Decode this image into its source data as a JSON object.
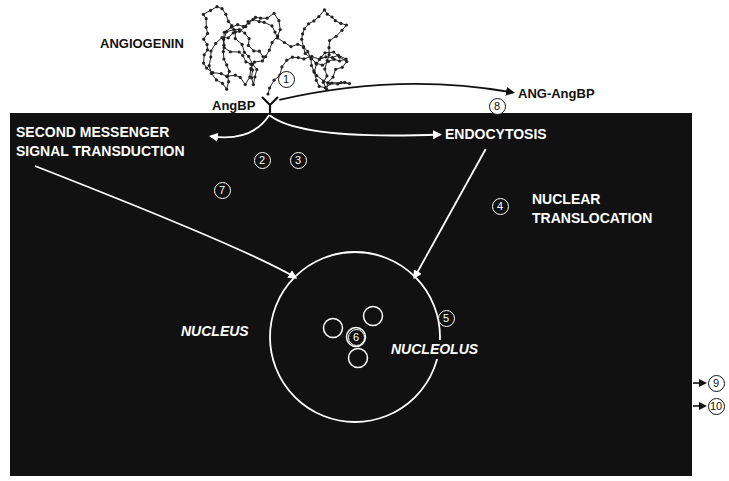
{
  "diagram": {
    "nodes": [
      {
        "text": [
          "AngBP"
        ]
      },
      {
        "text": [
          "SECOND MESSENGER SIGNAL TRANSDUCTION"
        ]
      },
      {
        "text": [
          "ENDOCYTOSIS"
        ]
      },
      {
        "text": [
          "ANG-AngBP"
        ]
      },
      {
        "text": [
          "NUCLEUS",
          "NUCLEOLUS"
        ]
      }
    ],
    "edges": [
      {
        "from": 0,
        "to": 1,
        "arrow": "to"
      },
      {
        "from": 0,
        "to": 2,
        "arrow": "to"
      },
      {
        "from": 0,
        "to": 3,
        "arrow": "to"
      },
      {
        "from": 1,
        "to": 4,
        "arrow": "to"
      },
      {
        "from": 2,
        "to": 4,
        "arrow": "to"
      }
    ],
    "labels": [
      "ANGIOGENIN",
      "1",
      "2",
      "3",
      "4",
      "5",
      "6",
      "7",
      "8",
      "9",
      "10",
      "NUCLEAR TRANSLOCATION"
    ]
  }
}
